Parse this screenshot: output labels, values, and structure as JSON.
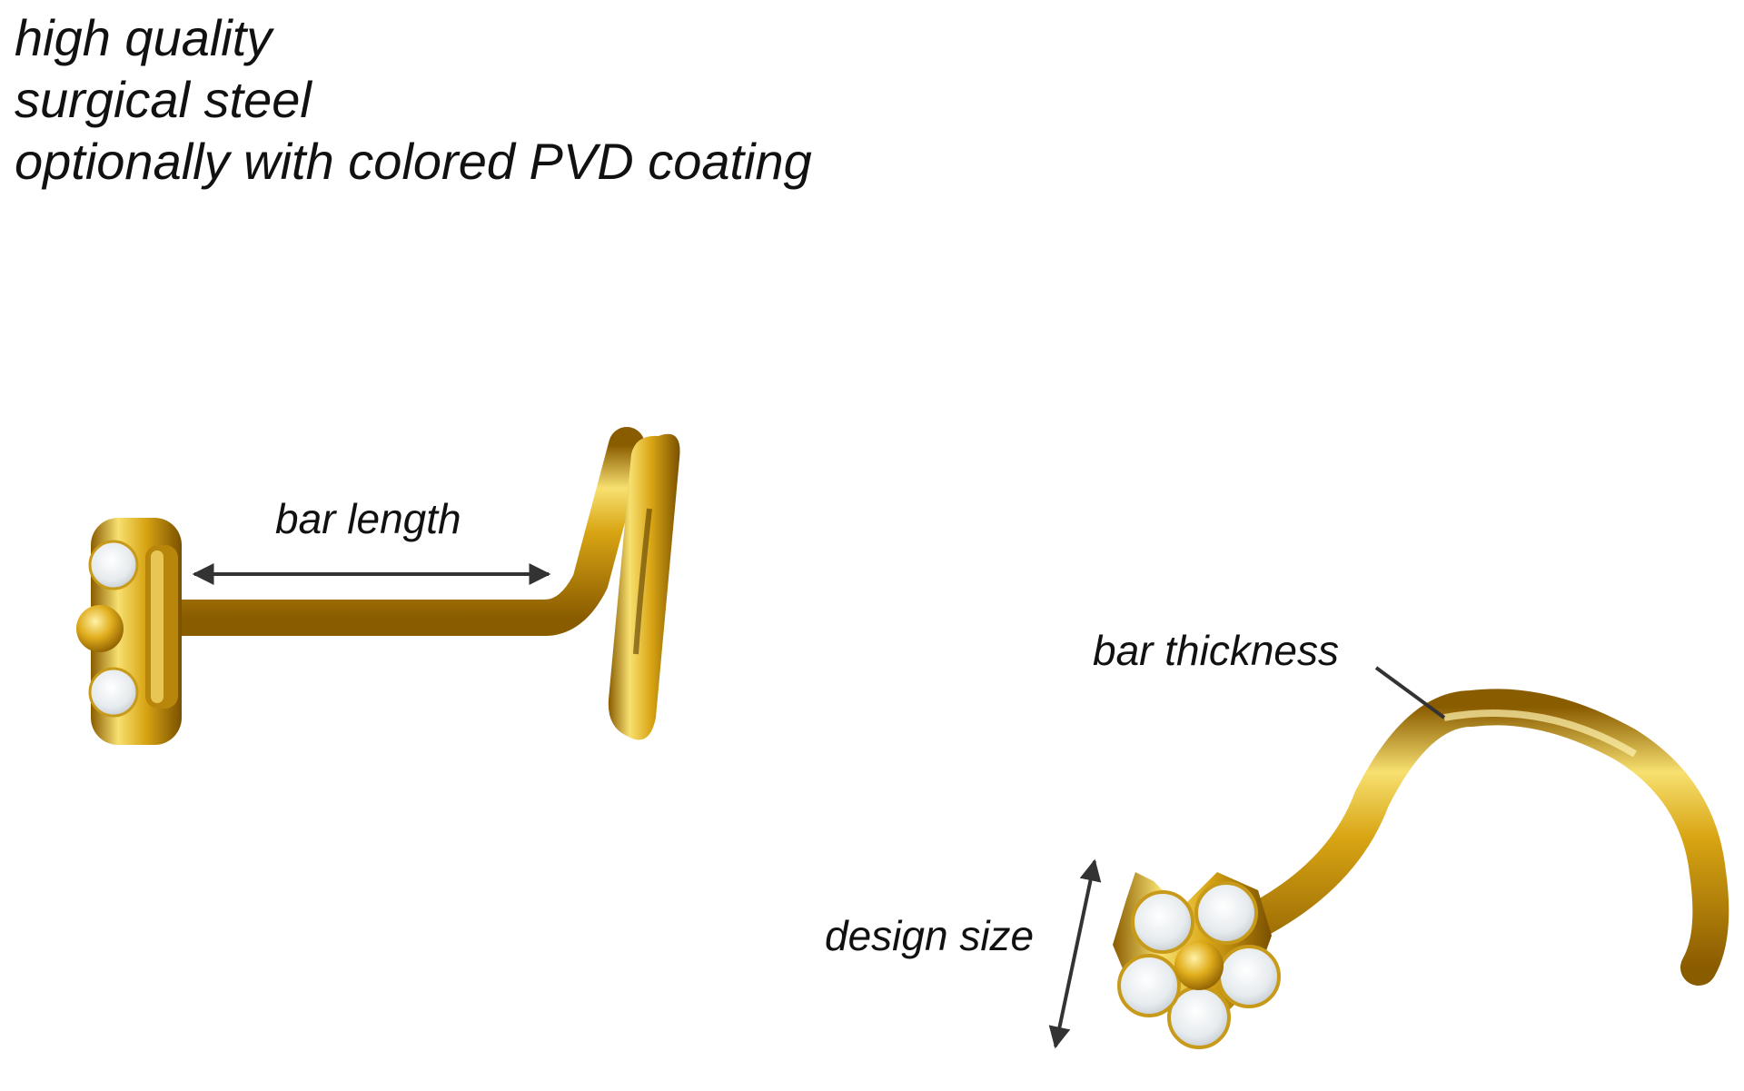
{
  "headline": {
    "lines": [
      "high quality",
      "surgical steel",
      "optionally with colored PVD coating"
    ]
  },
  "labels": {
    "bar_length": "bar length",
    "bar_thickness": "bar thickness",
    "design_size": "design size"
  },
  "colors": {
    "gold_dark": "#9a6a00",
    "gold_mid": "#d9a514",
    "gold_light": "#f6dc62",
    "gem": "#eef2f4",
    "annotation": "#333333"
  }
}
